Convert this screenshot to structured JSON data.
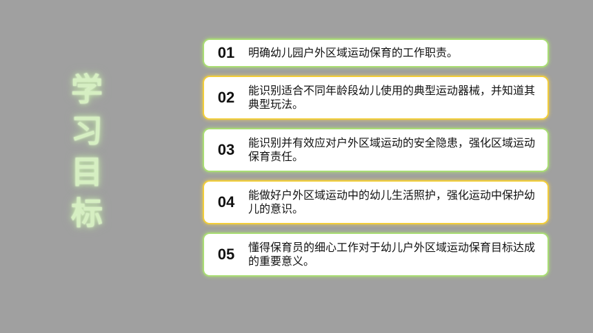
{
  "title": {
    "chars": [
      "学",
      "习",
      "目",
      "标"
    ]
  },
  "goals": [
    {
      "number": "01",
      "text": "明确幼儿园户外区域运动保育的工作职责。",
      "accent": "#a9dd74"
    },
    {
      "number": "02",
      "text": "能识别适合不同年龄段幼儿使用的典型运动器械，并知道其典型玩法。",
      "accent": "#f2cd3a"
    },
    {
      "number": "03",
      "text": "能识别并有效应对户外区域运动的安全隐患，强化区域运动保育责任。",
      "accent": "#a9dd74"
    },
    {
      "number": "04",
      "text": "能做好户外区域运动中的幼儿生活照护，强化运动中保护幼儿的意识。",
      "accent": "#f2cd3a"
    },
    {
      "number": "05",
      "text": "懂得保育员的细心工作对于幼儿户外区域运动保育目标达成的重要意义。",
      "accent": "#a9dd74"
    }
  ],
  "colors": {
    "background": "#a0a0a0",
    "title_text": "#d6efc2"
  }
}
